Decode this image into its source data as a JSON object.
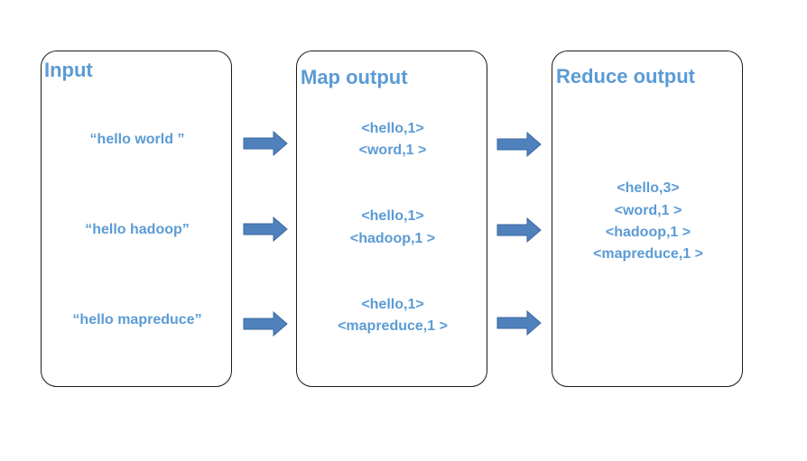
{
  "panels": [
    {
      "title": "Input",
      "items": [
        "“hello world ”",
        "“hello hadoop”",
        "“hello mapreduce”"
      ]
    },
    {
      "title": "Map output",
      "groups": [
        [
          "<hello,1>",
          "<word,1 >"
        ],
        [
          "<hello,1>",
          "<hadoop,1 >"
        ],
        [
          "<hello,1>",
          "<mapreduce,1 >"
        ]
      ]
    },
    {
      "title": "Reduce output",
      "lines": [
        "<hello,3>",
        "<word,1 >",
        "<hadoop,1 >",
        "<mapreduce,1 >"
      ]
    }
  ],
  "colors": {
    "text": "#5b9bd5",
    "arrow_fill": "#4f81bd",
    "arrow_stroke": "#3a679e",
    "border": "#1a1a1a"
  }
}
